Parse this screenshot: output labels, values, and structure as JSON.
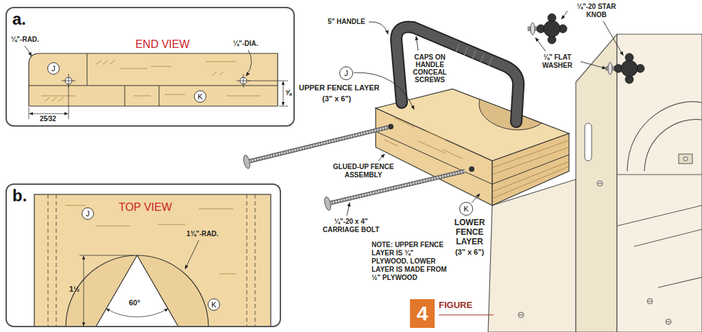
{
  "diagram": {
    "nodes": [
      {
        "text": [
          "a.",
          "END VIEW"
        ]
      },
      {
        "text": [
          "J"
        ],
        "in": 0
      },
      {
        "text": [
          "K"
        ],
        "in": 0
      },
      {
        "text": [
          "b.",
          "TOP VIEW"
        ]
      },
      {
        "text": [
          "J"
        ],
        "in": 3
      },
      {
        "text": [
          "K"
        ],
        "in": 3
      },
      {
        "text": [
          "J"
        ]
      },
      {
        "text": [
          "K"
        ]
      },
      {
        "text": [
          "4",
          "FIGURE"
        ]
      }
    ],
    "labels": [
      "¼\"-RAD.",
      "¼\"-DIA.",
      "⅝",
      "25⁄32",
      "1¾\"-RAD.",
      "1½",
      "60°",
      "5\" HANDLE",
      "CAPS ON HANDLE CONCEAL SCREWS",
      "¼\"-20 STAR KNOB",
      "⅛\" FLAT WASHER",
      "UPPER FENCE LAYER",
      "(3\" x 6\")",
      "GLUED-UP FENCE ASSEMBLY",
      "LOWER FENCE LAYER",
      "(3\" x 6\")",
      "¼\"-20 x 4\" CARRIAGE BOLT",
      "NOTE: UPPER FENCE LAYER IS ¾\" PLYWOOD. LOWER LAYER IS MADE FROM ½\" PLYWOOD"
    ]
  }
}
